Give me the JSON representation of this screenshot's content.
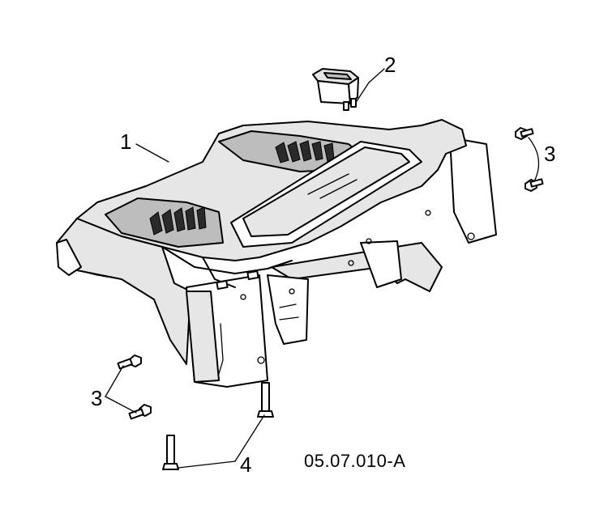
{
  "figure_id": "05.07.010-A",
  "callouts": {
    "c1": "1",
    "c2": "2",
    "c3_right": "3",
    "c3_left": "3",
    "c4": "4"
  },
  "parts": [
    {
      "number": "1",
      "icon": "hood-panel"
    },
    {
      "number": "2",
      "icon": "rocker-switch"
    },
    {
      "number": "3",
      "icon": "shoulder-bolt"
    },
    {
      "number": "4",
      "icon": "long-bolt"
    }
  ]
}
